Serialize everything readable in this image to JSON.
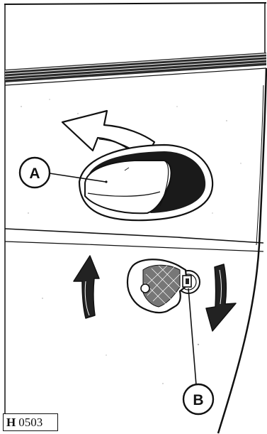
{
  "callouts": {
    "a": "A",
    "b": "B"
  },
  "figure_ref": {
    "letter": "H",
    "number": "0503"
  },
  "icons": {
    "rotation_arrow_left": "counterclockwise-arrow",
    "rotation_arrow_right": "clockwise-arrow",
    "handle_arrow": "curved-pull-arrow"
  }
}
